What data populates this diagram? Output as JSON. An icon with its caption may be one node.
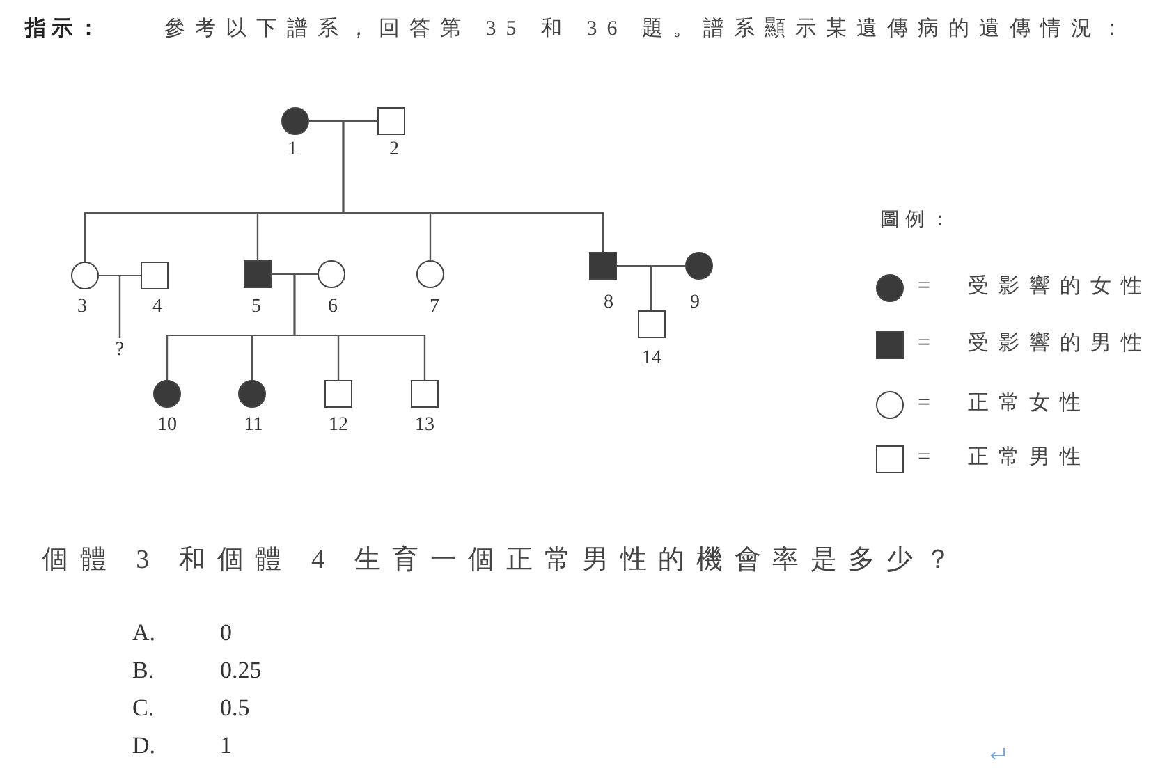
{
  "diagram": {
    "nodes": [
      {
        "text": [],
        "shape": "filled-circle",
        "beside": [
          "1"
        ]
      },
      {
        "text": [],
        "shape": "square",
        "beside": [
          "2"
        ]
      },
      {
        "text": [],
        "shape": "circle",
        "beside": [
          "3"
        ]
      },
      {
        "text": [],
        "shape": "square",
        "beside": [
          "4"
        ]
      },
      {
        "text": [],
        "shape": "filled-square",
        "beside": [
          "5"
        ]
      },
      {
        "text": [],
        "shape": "circle",
        "beside": [
          "6"
        ]
      },
      {
        "text": [],
        "shape": "circle",
        "beside": [
          "7"
        ]
      },
      {
        "text": [],
        "shape": "filled-square",
        "beside": [
          "8"
        ]
      },
      {
        "text": [],
        "shape": "filled-circle",
        "beside": [
          "9"
        ]
      },
      {
        "text": [
          "?"
        ]
      },
      {
        "text": [],
        "shape": "filled-circle",
        "beside": [
          "10"
        ]
      },
      {
        "text": [],
        "shape": "filled-circle",
        "beside": [
          "11"
        ]
      },
      {
        "text": [],
        "shape": "square",
        "beside": [
          "12"
        ]
      },
      {
        "text": [],
        "shape": "square",
        "beside": [
          "13"
        ]
      },
      {
        "text": [],
        "shape": "square",
        "beside": [
          "14"
        ]
      }
    ],
    "edges": [
      {
        "from": 0,
        "to": 1,
        "arrow": "none"
      },
      {
        "from": 0,
        "to": 2,
        "arrow": "none"
      },
      {
        "from": 0,
        "to": 4,
        "arrow": "none"
      },
      {
        "from": 0,
        "to": 6,
        "arrow": "none"
      },
      {
        "from": 0,
        "to": 7,
        "arrow": "none"
      },
      {
        "from": 1,
        "to": 2,
        "arrow": "none"
      },
      {
        "from": 1,
        "to": 4,
        "arrow": "none"
      },
      {
        "from": 1,
        "to": 6,
        "arrow": "none"
      },
      {
        "from": 1,
        "to": 7,
        "arrow": "none"
      },
      {
        "from": 2,
        "to": 3,
        "arrow": "none"
      },
      {
        "from": 2,
        "to": 9,
        "arrow": "none"
      },
      {
        "from": 3,
        "to": 9,
        "arrow": "none"
      },
      {
        "from": 4,
        "to": 5,
        "arrow": "none"
      },
      {
        "from": 4,
        "to": 10,
        "arrow": "none"
      },
      {
        "from": 4,
        "to": 11,
        "arrow": "none"
      },
      {
        "from": 4,
        "to": 12,
        "arrow": "none"
      },
      {
        "from": 4,
        "to": 13,
        "arrow": "none"
      },
      {
        "from": 5,
        "to": 10,
        "arrow": "none"
      },
      {
        "from": 5,
        "to": 11,
        "arrow": "none"
      },
      {
        "from": 5,
        "to": 12,
        "arrow": "none"
      },
      {
        "from": 5,
        "to": 13,
        "arrow": "none"
      },
      {
        "from": 7,
        "to": 8,
        "arrow": "none"
      },
      {
        "from": 7,
        "to": 14,
        "arrow": "none"
      },
      {
        "from": 8,
        "to": 14,
        "arrow": "none"
      }
    ],
    "labels": [
      "指示：",
      "參考以下譜系，回答第 35 和 36 題。譜系顯示某遺傳病的遺傳情況：",
      "圖例：",
      "=",
      "=",
      "=",
      "=",
      "個體 3 和個體 4 生育一個正常男性的機會率是多少？",
      "A.",
      "0",
      "B.",
      "0.25",
      "C.",
      "0.5",
      "D.",
      "1"
    ],
    "legend": [
      {
        "text": "受影響的女性"
      },
      {
        "text": "受影響的男性"
      },
      {
        "text": "正常女性"
      },
      {
        "text": "正常男性"
      }
    ]
  }
}
